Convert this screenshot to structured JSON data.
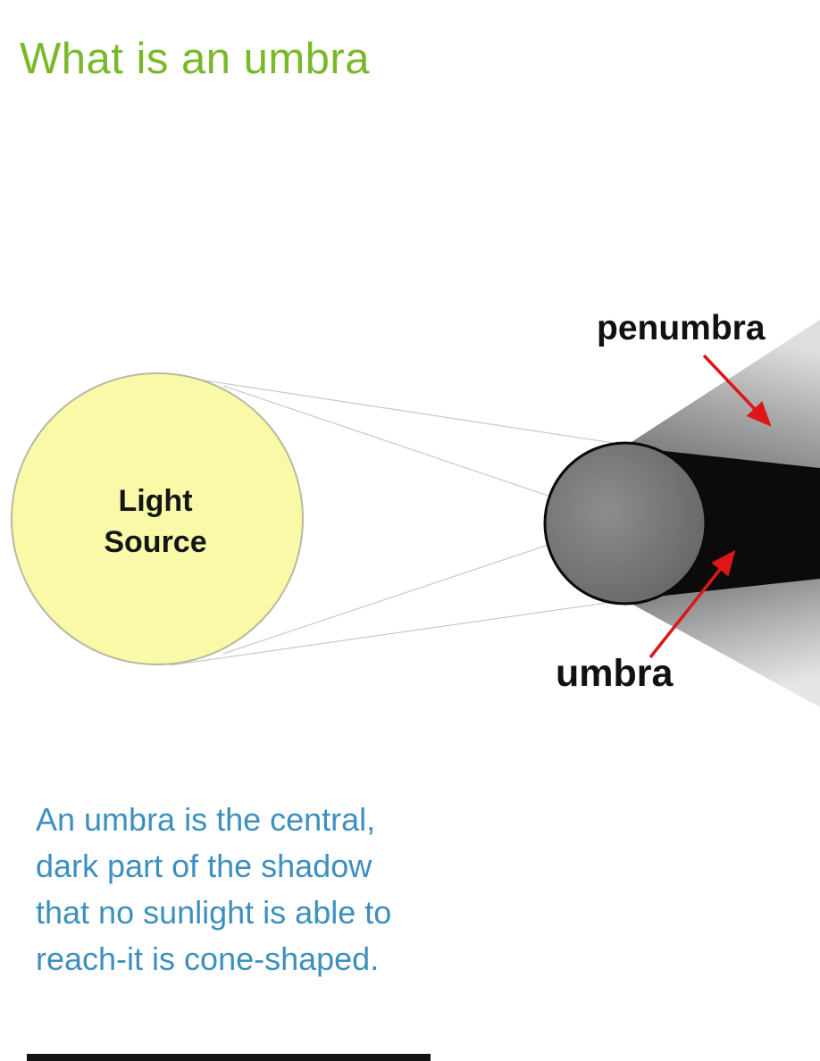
{
  "page": {
    "title": "What is an umbra",
    "title_color": "#79b829"
  },
  "diagram": {
    "light_source": {
      "label_line1": "Light",
      "label_line2": "Source",
      "fill_color": "#f9f9a8"
    },
    "labels": {
      "penumbra": "penumbra",
      "umbra": "umbra"
    },
    "colors": {
      "umbra_fill": "#0b0b0b",
      "penumbra_fill": "#8a8a8a",
      "occluder_fill": "#707070",
      "arrow": "#dd1717"
    }
  },
  "caption": {
    "color": "#3d8fbe",
    "lines": [
      "An umbra is the central,",
      "dark part of the shadow",
      "that no sunlight is able to",
      "reach-it is cone-shaped."
    ]
  }
}
